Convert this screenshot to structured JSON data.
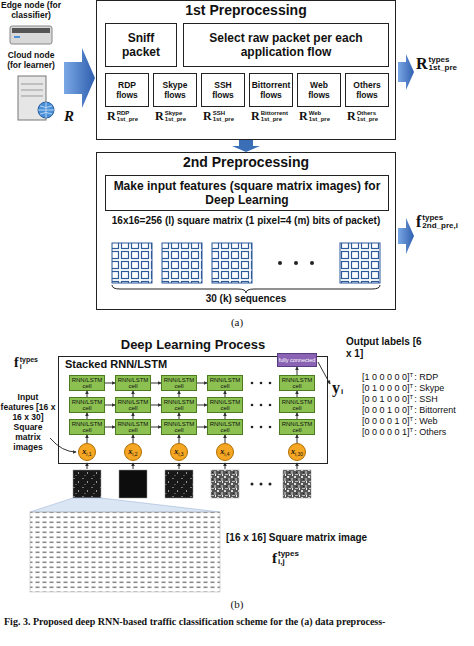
{
  "diagram": {
    "caption": "Fig. 3. Proposed deep RNN-based traffic classification scheme for the (a) data preprocess-",
    "nodes": [
      {
        "text": [
          "1st Preprocessing"
        ]
      },
      {
        "text": [
          "Sniff packet"
        ],
        "in": 0
      },
      {
        "text": [
          "Select raw packet per each application flow"
        ],
        "in": 0
      },
      {
        "text": [
          "RDP flows"
        ],
        "in": 0
      },
      {
        "text": [
          "Skype flows"
        ],
        "in": 0
      },
      {
        "text": [
          "SSH flows"
        ],
        "in": 0
      },
      {
        "text": [
          "Bittorrent flows"
        ],
        "in": 0
      },
      {
        "text": [
          "Web flows"
        ],
        "in": 0
      },
      {
        "text": [
          "Others flows"
        ],
        "in": 0
      },
      {
        "text": [
          "2nd Preprocessing",
          "16x16=256 (l) square matrix (1 pixel=4 (m) bits of packet)",
          "30 (k) sequences"
        ]
      },
      {
        "text": [
          "Make input features (square matrix images) for Deep Learning"
        ],
        "in": 9
      },
      {
        "text": [
          "Deep Learning Process",
          "Stacked RNN/LSTM"
        ]
      },
      {
        "text": [
          "fully connected"
        ],
        "in": 11
      },
      {
        "text": [
          "RNN/LSTM cell"
        ],
        "in": 11
      },
      {
        "text": [
          "RNN/LSTM cell"
        ],
        "in": 11
      },
      {
        "text": [
          "RNN/LSTM cell"
        ],
        "in": 11
      },
      {
        "text": [
          "RNN/LSTM cell"
        ],
        "in": 11
      },
      {
        "text": [
          "RNN/LSTM cell"
        ],
        "in": 11
      },
      {
        "text": [
          "RNN/LSTM cell"
        ],
        "in": 11
      },
      {
        "text": [
          "RNN/LSTM cell"
        ],
        "in": 11
      },
      {
        "text": [
          "RNN/LSTM cell"
        ],
        "in": 11
      },
      {
        "text": [
          "RNN/LSTM cell"
        ],
        "in": 11
      },
      {
        "text": [
          "RNN/LSTM cell"
        ],
        "in": 11
      },
      {
        "text": [
          "RNN/LSTM cell"
        ],
        "in": 11
      },
      {
        "text": [
          "RNN/LSTM cell"
        ],
        "in": 11
      },
      {
        "text": [
          "RNN/LSTM cell"
        ],
        "in": 11
      },
      {
        "text": [
          "RNN/LSTM cell"
        ],
        "in": 11
      },
      {
        "text": [
          "RNN/LSTM cell"
        ],
        "in": 11
      },
      {
        "text": [
          "x",
          "i,1"
        ],
        "in": 11
      },
      {
        "text": [
          "x",
          "i,2"
        ],
        "in": 11
      },
      {
        "text": [
          "x",
          "i,3"
        ],
        "in": 11
      },
      {
        "text": [
          "x",
          "i,4"
        ],
        "in": 11
      },
      {
        "text": [
          "x",
          "i,30"
        ],
        "in": 11
      }
    ],
    "edges": [
      {
        "from": 0,
        "to": 9,
        "arrow": "to"
      },
      {
        "from": 28,
        "to": 23,
        "arrow": "to"
      },
      {
        "from": 29,
        "to": 24,
        "arrow": "to"
      },
      {
        "from": 30,
        "to": 25,
        "arrow": "to"
      },
      {
        "from": 31,
        "to": 26,
        "arrow": "to"
      },
      {
        "from": 32,
        "to": 27,
        "arrow": "to"
      },
      {
        "from": 23,
        "to": 18,
        "arrow": "to"
      },
      {
        "from": 24,
        "to": 19,
        "arrow": "to"
      },
      {
        "from": 25,
        "to": 20,
        "arrow": "to"
      },
      {
        "from": 26,
        "to": 21,
        "arrow": "to"
      },
      {
        "from": 27,
        "to": 22,
        "arrow": "to"
      },
      {
        "from": 18,
        "to": 13,
        "arrow": "to"
      },
      {
        "from": 19,
        "to": 14,
        "arrow": "to"
      },
      {
        "from": 20,
        "to": 15,
        "arrow": "to"
      },
      {
        "from": 21,
        "to": 16,
        "arrow": "to"
      },
      {
        "from": 22,
        "to": 17,
        "arrow": "to"
      },
      {
        "from": 13,
        "to": 14,
        "arrow": "to"
      },
      {
        "from": 14,
        "to": 15,
        "arrow": "to"
      },
      {
        "from": 15,
        "to": 16,
        "arrow": "to"
      },
      {
        "from": 18,
        "to": 19,
        "arrow": "to"
      },
      {
        "from": 19,
        "to": 20,
        "arrow": "to"
      },
      {
        "from": 20,
        "to": 21,
        "arrow": "to"
      },
      {
        "from": 23,
        "to": 24,
        "arrow": "to"
      },
      {
        "from": 24,
        "to": 25,
        "arrow": "to"
      },
      {
        "from": 25,
        "to": 26,
        "arrow": "to"
      },
      {
        "from": 17,
        "to": 12,
        "arrow": "to"
      }
    ],
    "labels": [
      "Edge node (for classifier)",
      "Cloud node (for learner)",
      "R",
      "R",
      "RDP",
      "1st_pre",
      "R",
      "Skype",
      "1st_pre",
      "R",
      "SSH",
      "1st_pre",
      "R",
      "Bittorrent",
      "1st_pre",
      "R",
      "Web",
      "1st_pre",
      "R",
      "Others",
      "1st_pre",
      "R",
      "types",
      "1st_pre",
      "f",
      "types",
      "2nd_pre,i",
      "(a)",
      "f",
      "types",
      "i",
      "Input features [16 x 16 x 30] Square matrix images",
      "y",
      "i",
      "Output labels [6 x 1]",
      "[1 0 0 0 0 0]",
      "T",
      ": RDP",
      "[0 1 0 0 0 0]",
      "T",
      ": Skype",
      "[0 0 1 0 0 0]",
      "T",
      ": SSH",
      "[0 0 0 1 0 0]",
      "T",
      ": Bittorrent",
      "[0 0 0 0 1 0]",
      "T",
      ": Web",
      "[0 0 0 0 0 1]",
      "T",
      ": Others",
      "[16 x 16] Square matrix image",
      "f",
      "types",
      "i,j",
      "(b)"
    ]
  }
}
